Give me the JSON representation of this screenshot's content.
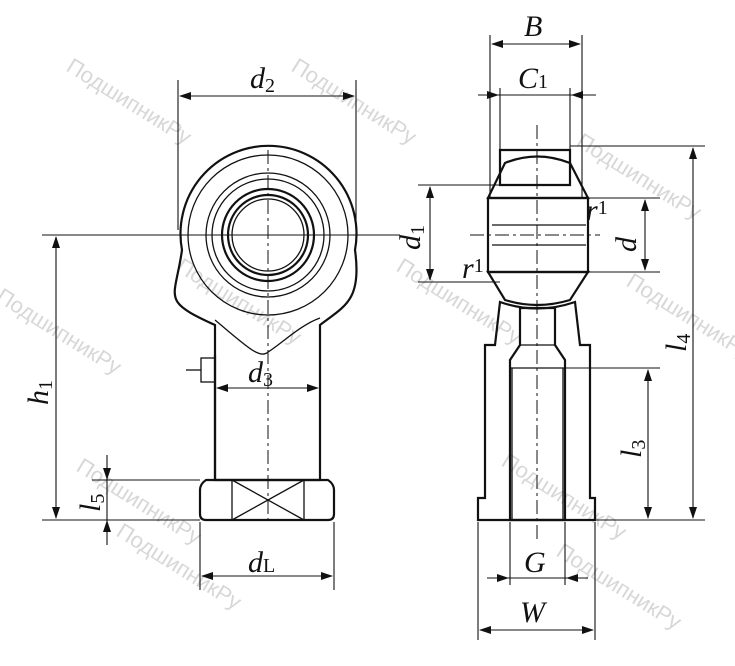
{
  "labels": {
    "d2": {
      "main": "d",
      "sub": "2"
    },
    "d3": {
      "main": "d",
      "sub": "3"
    },
    "h1": {
      "main": "h",
      "sub": "1"
    },
    "l5": {
      "main": "l",
      "sub": "5"
    },
    "dL": {
      "main": "d",
      "sub": "L"
    },
    "B": {
      "main": "B",
      "sub": ""
    },
    "C1": {
      "main": "C",
      "sub": "1"
    },
    "d1": {
      "main": "d",
      "sub": "1"
    },
    "d": {
      "main": "d",
      "sub": ""
    },
    "r1_top": {
      "main": "r",
      "sub": "1"
    },
    "r1_bottom": {
      "main": "r",
      "sub": "1"
    },
    "l4": {
      "main": "l",
      "sub": "4"
    },
    "l3": {
      "main": "l",
      "sub": "3"
    },
    "G": {
      "main": "G",
      "sub": ""
    },
    "W": {
      "main": "W",
      "sub": ""
    }
  },
  "watermark": {
    "text": "ПодшипникРу"
  }
}
